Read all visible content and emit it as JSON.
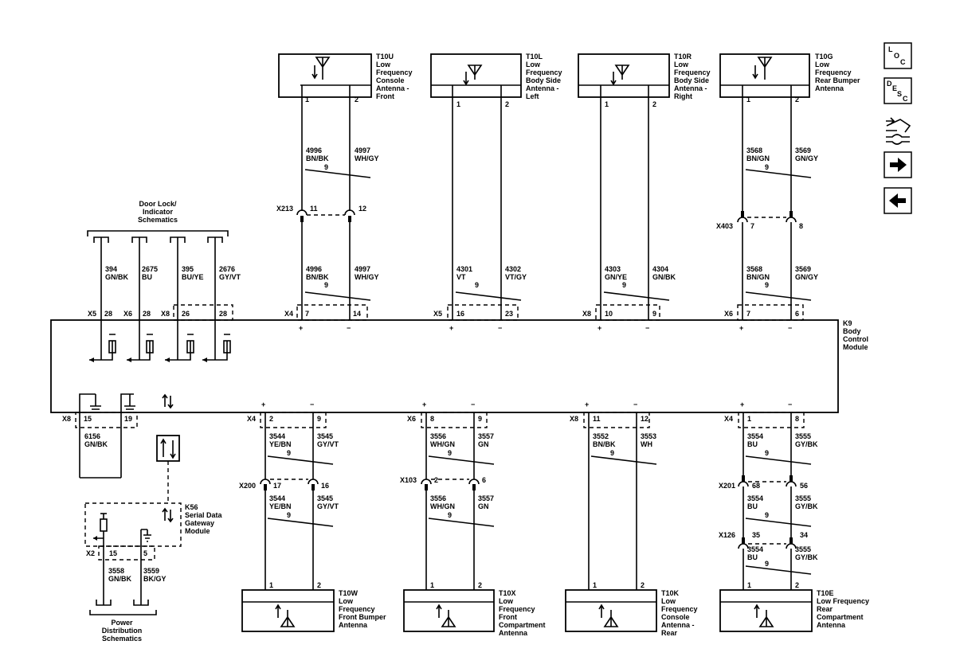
{
  "module_k9": {
    "ref": "K9",
    "l1": "Body",
    "l2": "Control",
    "l3": "Module"
  },
  "module_k56": {
    "ref": "K56",
    "l1": "Serial Data",
    "l2": "Gateway",
    "l3": "Module"
  },
  "door_lock": {
    "l1": "Door Lock/",
    "l2": "Indicator",
    "l3": "Schematics"
  },
  "power_dist": {
    "l1": "Power",
    "l2": "Distribution",
    "l3": "Schematics"
  },
  "antennas": {
    "t10u": {
      "ref": "T10U",
      "l1": "Low",
      "l2": "Frequency",
      "l3": "Console",
      "l4": "Antenna -",
      "l5": "Front"
    },
    "t10l": {
      "ref": "T10L",
      "l1": "Low",
      "l2": "Frequency",
      "l3": "Body Side",
      "l4": "Antenna -",
      "l5": "Left"
    },
    "t10r": {
      "ref": "T10R",
      "l1": "Low",
      "l2": "Frequency",
      "l3": "Body Side",
      "l4": "Antenna -",
      "l5": "Right"
    },
    "t10g": {
      "ref": "T10G",
      "l1": "Low",
      "l2": "Frequency",
      "l3": "Rear Bumper",
      "l4": "Antenna"
    },
    "t10w": {
      "ref": "T10W",
      "l1": "Low",
      "l2": "Frequency",
      "l3": "Front Bumper",
      "l4": "Antenna"
    },
    "t10x": {
      "ref": "T10X",
      "l1": "Low",
      "l2": "Frequency",
      "l3": "Front",
      "l4": "Compartment",
      "l5": "Antenna"
    },
    "t10k": {
      "ref": "T10K",
      "l1": "Low",
      "l2": "Frequency",
      "l3": "Console",
      "l4": "Antenna -",
      "l5": "Rear"
    },
    "t10e": {
      "ref": "T10E",
      "l1": "Low Frequency",
      "l2": "Rear",
      "l3": "Compartment",
      "l4": "Antenna"
    }
  },
  "pins": {
    "p1": "1",
    "p2": "2"
  },
  "signs": {
    "plus": "+",
    "minus": "−"
  },
  "twist": "9",
  "connectors": {
    "x2": "X2",
    "x4": "X4",
    "x5": "X5",
    "x6": "X6",
    "x8": "X8",
    "x103": "X103",
    "x126": "X126",
    "x200": "X200",
    "x201": "X201",
    "x213": "X213",
    "x403": "X403"
  },
  "pin_nums": {
    "n2": "2",
    "n5": "5",
    "n6": "6",
    "n7": "7",
    "n8": "8",
    "n9": "9",
    "n10": "10",
    "n11": "11",
    "n12": "12",
    "n14": "14",
    "n15": "15",
    "n16": "16",
    "n17": "17",
    "n19": "19",
    "n23": "23",
    "n26": "26",
    "n28": "28",
    "n34": "34",
    "n35": "35",
    "n56": "56",
    "n68": "68"
  },
  "wires": {
    "w394": {
      "c": "394",
      "k": "GN/BK"
    },
    "w2675": {
      "c": "2675",
      "k": "BU"
    },
    "w395": {
      "c": "395",
      "k": "BU/YE"
    },
    "w2676": {
      "c": "2676",
      "k": "GY/VT"
    },
    "w4996": {
      "c": "4996",
      "k": "BN/BK"
    },
    "w4997": {
      "c": "4997",
      "k": "WH/GY"
    },
    "w4301": {
      "c": "4301",
      "k": "VT"
    },
    "w4302": {
      "c": "4302",
      "k": "VT/GY"
    },
    "w4303": {
      "c": "4303",
      "k": "GN/YE"
    },
    "w4304": {
      "c": "4304",
      "k": "GN/BK"
    },
    "w3568": {
      "c": "3568",
      "k": "BN/GN"
    },
    "w3569": {
      "c": "3569",
      "k": "GN/GY"
    },
    "w6156": {
      "c": "6156",
      "k": "GN/BK"
    },
    "w3544": {
      "c": "3544",
      "k": "YE/BN"
    },
    "w3545": {
      "c": "3545",
      "k": "GY/VT"
    },
    "w3556": {
      "c": "3556",
      "k": "WH/GN"
    },
    "w3557": {
      "c": "3557",
      "k": "GN"
    },
    "w3552": {
      "c": "3552",
      "k": "BN/BK"
    },
    "w3553": {
      "c": "3553",
      "k": "WH"
    },
    "w3554": {
      "c": "3554",
      "k": "BU"
    },
    "w3555": {
      "c": "3555",
      "k": "GY/BK"
    },
    "w3558": {
      "c": "3558",
      "k": "GN/BK"
    },
    "w3559": {
      "c": "3559",
      "k": "BK/GY"
    }
  },
  "nav": {
    "loc": {
      "a": "L",
      "b": "O",
      "c": "C"
    },
    "desc": {
      "a": "D",
      "b": "E",
      "c": "S",
      "d": "C"
    }
  }
}
